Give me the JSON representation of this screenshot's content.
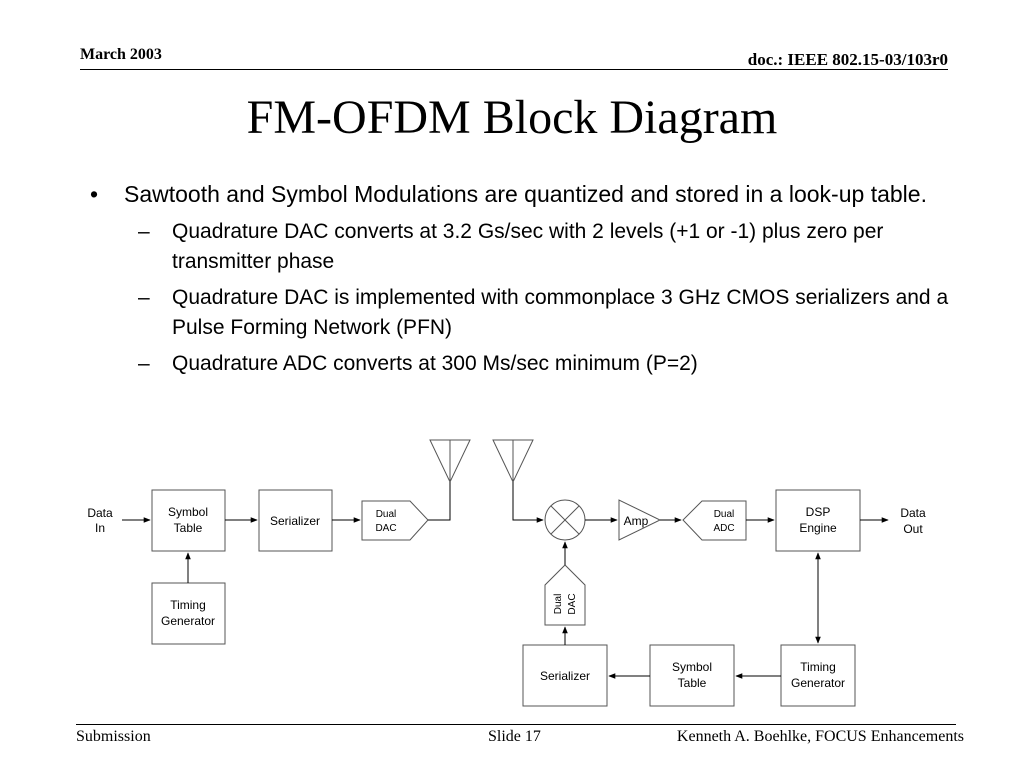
{
  "header": {
    "date": "March 2003",
    "doc": "doc.: IEEE 802.15-03/103r0"
  },
  "title": "FM-OFDM Block Diagram",
  "bullets": {
    "main": "Sawtooth and Symbol Modulations are quantized and stored in a look-up table.",
    "sub": [
      "Quadrature DAC converts at 3.2 Gs/sec with 2 levels (+1 or -1) plus zero per transmitter phase",
      "Quadrature DAC is implemented with commonplace 3 GHz CMOS serializers and a Pulse Forming Network (PFN)",
      "Quadrature ADC converts at 300 Ms/sec minimum (P=2)"
    ]
  },
  "diagram": {
    "data_in": [
      "Data",
      "In"
    ],
    "symbol_table_tx": [
      "Symbol",
      "Table"
    ],
    "serializer_tx": "Serializer",
    "dual_dac_tx": [
      "Dual",
      "DAC"
    ],
    "timing_gen_tx": [
      "Timing",
      "Generator"
    ],
    "dual_dac_rx": [
      "Dual",
      "DAC"
    ],
    "amp": "Amp",
    "dual_adc": [
      "Dual",
      "ADC"
    ],
    "dsp_engine": [
      "DSP",
      "Engine"
    ],
    "data_out": [
      "Data",
      "Out"
    ],
    "serializer_rx": "Serializer",
    "symbol_table_rx": [
      "Symbol",
      "Table"
    ],
    "timing_gen_rx": [
      "Timing",
      "Generator"
    ]
  },
  "footer": {
    "left": "Submission",
    "mid": "Slide 17",
    "right": "Kenneth A. Boehlke, FOCUS Enhancements"
  }
}
